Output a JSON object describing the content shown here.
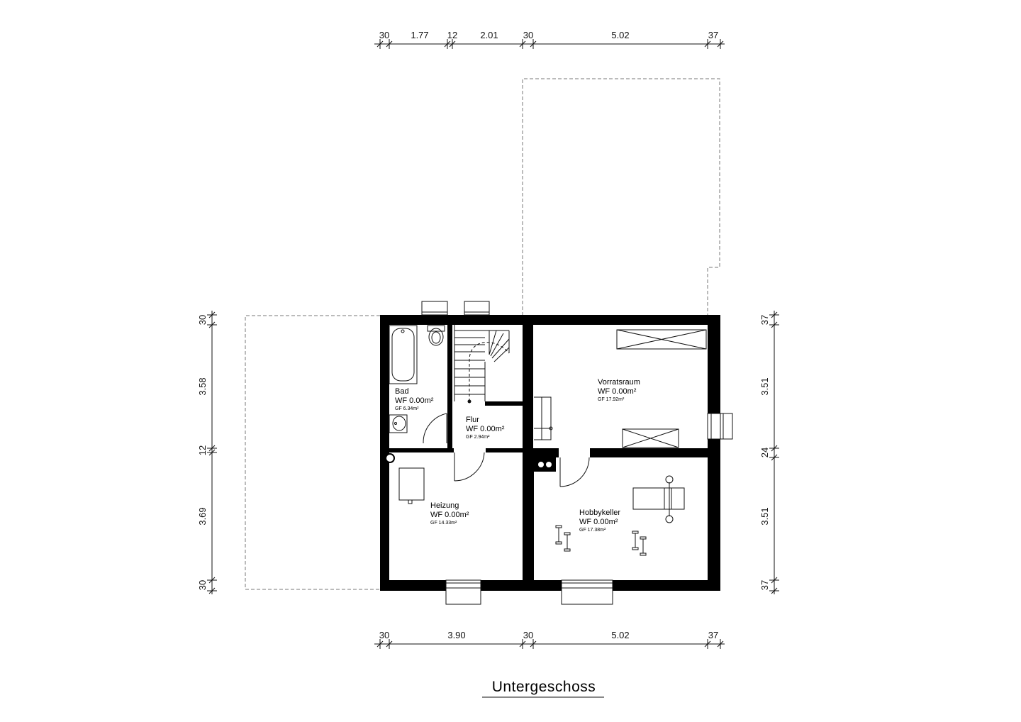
{
  "title": "Untergeschoss",
  "dimensions": {
    "top": [
      "30",
      "1.77",
      "12",
      "2.01",
      "30",
      "5.02",
      "37"
    ],
    "bottom": [
      "30",
      "3.90",
      "30",
      "5.02",
      "37"
    ],
    "left": [
      "30",
      "3.58",
      "12",
      "3.69",
      "30"
    ],
    "right": [
      "37",
      "3.51",
      "24",
      "3.51",
      "37"
    ]
  },
  "rooms": [
    {
      "id": "bad",
      "name": "Bad",
      "wf": "WF 0.00m²",
      "gf": "GF 6.34m²"
    },
    {
      "id": "flur",
      "name": "Flur",
      "wf": "WF 0.00m²",
      "gf": "GF 2.94m²"
    },
    {
      "id": "vorratsraum",
      "name": "Vorratsraum",
      "wf": "WF 0.00m²",
      "gf": "GF 17.92m²"
    },
    {
      "id": "heizung",
      "name": "Heizung",
      "wf": "WF 0.00m²",
      "gf": "GF 14.33m²"
    },
    {
      "id": "hobbykeller",
      "name": "Hobbykeller",
      "wf": "WF 0.00m²",
      "gf": "GF 17.38m²"
    }
  ],
  "colors": {
    "wall": "#000000",
    "line": "#111111",
    "dashed": "#777777"
  }
}
